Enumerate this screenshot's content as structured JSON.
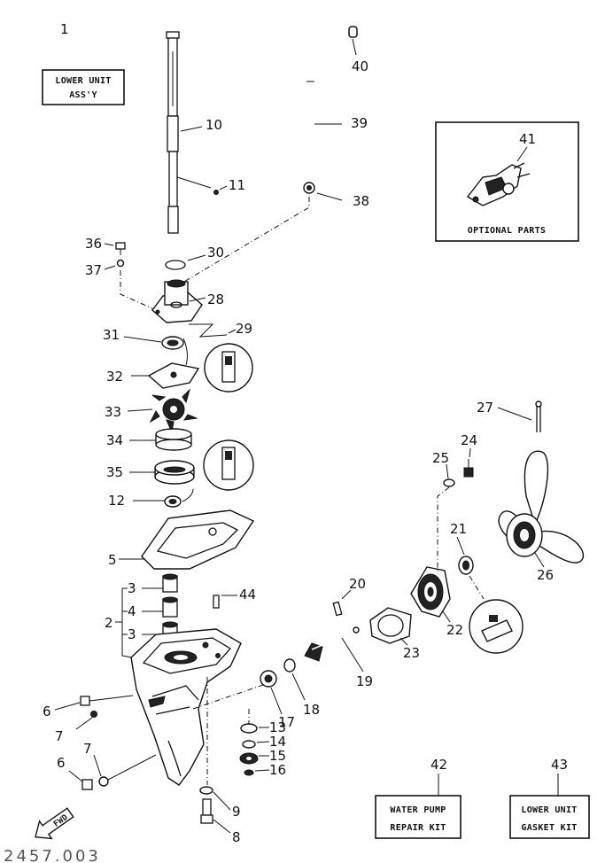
{
  "boxes": {
    "lower_unit_assy": [
      "LOWER UNIT",
      "ASS'Y"
    ],
    "optional_parts": "OPTIONAL PARTS",
    "water_pump_repair_kit": [
      "WATER PUMP",
      "REPAIR KIT"
    ],
    "lower_unit_gasket_kit": [
      "LOWER UNIT",
      "GASKET KIT"
    ]
  },
  "fwd_label": "FWD",
  "figure_code": "2457.003",
  "callouts": {
    "n1": "1",
    "n2": "2",
    "n3a": "3",
    "n3b": "3",
    "n4": "4",
    "n5": "5",
    "n6a": "6",
    "n6b": "6",
    "n7a": "7",
    "n7b": "7",
    "n8": "8",
    "n9": "9",
    "n10": "10",
    "n11": "11",
    "n12": "12",
    "n13": "13",
    "n14": "14",
    "n15": "15",
    "n16": "16",
    "n17": "17",
    "n18": "18",
    "n19": "19",
    "n20": "20",
    "n21": "21",
    "n22": "22",
    "n23": "23",
    "n24": "24",
    "n25": "25",
    "n26": "26",
    "n27": "27",
    "n28": "28",
    "n29": "29",
    "n30": "30",
    "n31": "31",
    "n32": "32",
    "n33": "33",
    "n34": "34",
    "n35": "35",
    "n36": "36",
    "n37": "37",
    "n38": "38",
    "n39": "39",
    "n40": "40",
    "n41": "41",
    "n42": "42",
    "n43": "43",
    "n44": "44"
  }
}
